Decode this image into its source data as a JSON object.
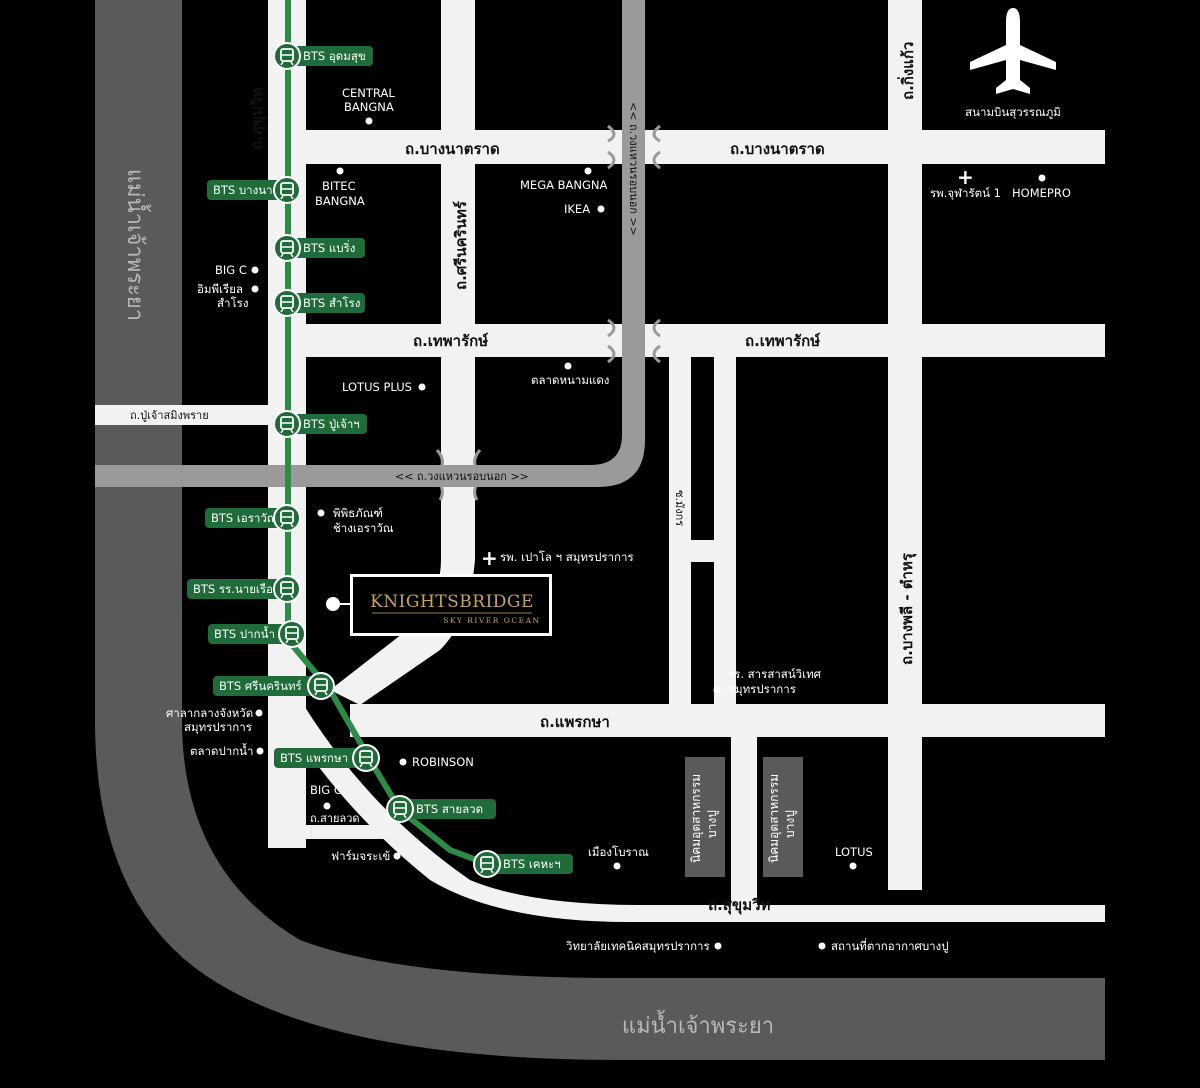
{
  "rivers": {
    "left": "แม่น้ำเจ้าพระยา",
    "bottom": "แม่น้ำเจ้าพระยา"
  },
  "roads": {
    "sukhumvit_v": "ถ.สุขุมวิท",
    "bangna_trad_1": "ถ.บางนาตราด",
    "bangna_trad_2": "ถ.บางนาตราด",
    "srinakarin": "ถ.ศรีนครินทร์",
    "kanchanaphisek_v": "<< ถ.วงแหวนรอบนอก >>",
    "kanchanaphisek_h": "<< ถ.วงแหวนรอบนอก >>",
    "thepharak_1": "ถ.เทพารักษ์",
    "thepharak_2": "ถ.เทพารักษ์",
    "kingkaew": "ถ.กิ่งแก้ว",
    "pu_chao": "ถ.ปู่เจ้าสมิงพราย",
    "so_mangkon": "ซ.มังกร",
    "bangplee_tamru": "ถ.บางพลี - ตำหรุ",
    "praek_sa": "ถ.แพรกษา",
    "sai_luat": "ถ.สายลวด",
    "sukhumvit_h": "ถ.สุขุมวิท"
  },
  "airport": {
    "icon": "airplane-icon",
    "label": "สนามบินสุวรรณภูมิ"
  },
  "bts": [
    {
      "label": "BTS อุดมสุข"
    },
    {
      "label": "BTS บางนา"
    },
    {
      "label": "BTS แบริ่ง"
    },
    {
      "label": "BTS สำโรง"
    },
    {
      "label": "BTS ปู่เจ้าฯ"
    },
    {
      "label": "BTS เอราวัณ"
    },
    {
      "label": "BTS รร.นายเรือ"
    },
    {
      "label": "BTS ปากน้ำ"
    },
    {
      "label": "BTS ศรีนครินทร์"
    },
    {
      "label": "BTS แพรกษา"
    },
    {
      "label": "BTS สายลวด"
    },
    {
      "label": "BTS เคหะฯ"
    }
  ],
  "pois": {
    "central_bangna": [
      "CENTRAL",
      "BANGNA"
    ],
    "bitec": [
      "BITEC",
      "BANGNA"
    ],
    "mega_bangna": "MEGA BANGNA",
    "ikea": "IKEA",
    "bigc_1": "BIG C",
    "imperial": [
      "อิมพีเรียล",
      "สำโรง"
    ],
    "lotus_plus": "LOTUS PLUS",
    "talad_namdaeng": "ตลาดหนามแดง",
    "chula_hospital": "รพ.จุฬารัตน์ 1",
    "homepro": "HOMEPRO",
    "erawan_museum": [
      "พิพิธภัณฑ์",
      "ช้างเอราวัณ"
    ],
    "paolo_hospital": "รพ. เปาโล ฯ สมุทรปราการ",
    "school": [
      "รร. สารสาสน์วิเทศ",
      "สมุทรปราการ"
    ],
    "city_hall": [
      "ศาลากลางจังหวัด",
      "สมุทรปราการ"
    ],
    "talad_paknam": "ตลาดปากน้ำ",
    "robinson": "ROBINSON",
    "bigc_2": "BIG C",
    "farm_crocodile": "ฟาร์มจระเข้",
    "ancient_city": "เมืองโบราณ",
    "industrial_1": [
      "นิคมอุตสาหกรรม",
      "บางปู"
    ],
    "industrial_2": [
      "นิคมอุตสาหกรรม",
      "บางปู"
    ],
    "lotus": "LOTUS",
    "tech_college": "วิทยาลัยเทคนิคสมุทรปราการ",
    "bangpu_resort": "สถานที่ตากอากาศบางปู"
  },
  "project": {
    "brand": "KNIGHTSBRIDGE",
    "sub": "SKY RIVER OCEAN"
  },
  "colors": {
    "background": "#000000",
    "road": "#f2f2f2",
    "ring_road": "#9a9a9a",
    "river": "#585a5c",
    "bts_green": "#1f6b3a",
    "bts_line": "#2e8b47",
    "brand_gold": "#c9a45c"
  }
}
